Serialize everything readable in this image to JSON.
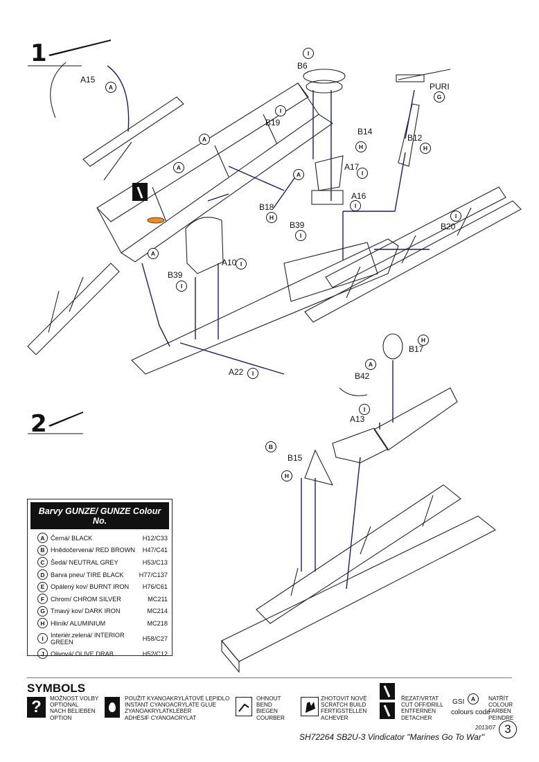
{
  "steps": [
    "1",
    "2"
  ],
  "parts": [
    {
      "id": "a15",
      "label": "A15",
      "callout": "A"
    },
    {
      "id": "b6",
      "label": "B6",
      "callout": "I"
    },
    {
      "id": "puri",
      "label": "PURI",
      "callout": "G"
    },
    {
      "id": "b19",
      "label": "B19",
      "callout": "I"
    },
    {
      "id": "b14",
      "label": "B14",
      "callout": "H"
    },
    {
      "id": "b12",
      "label": "B12",
      "callout": "H"
    },
    {
      "id": "a17",
      "label": "A17",
      "callout": "I"
    },
    {
      "id": "a16",
      "label": "A16",
      "callout": "I"
    },
    {
      "id": "b18",
      "label": "B18",
      "callout": "H"
    },
    {
      "id": "b39a",
      "label": "B39",
      "callout": "I"
    },
    {
      "id": "b20",
      "label": "B20",
      "callout": "I"
    },
    {
      "id": "a10",
      "label": "A10",
      "callout": "I"
    },
    {
      "id": "b39b",
      "label": "B39",
      "callout": "I"
    },
    {
      "id": "b17",
      "label": "B17",
      "callout": "H"
    },
    {
      "id": "a22",
      "label": "A22",
      "callout": "I"
    },
    {
      "id": "b42",
      "label": "B42",
      "callout": "A"
    },
    {
      "id": "a13",
      "label": "A13",
      "callout": "I"
    },
    {
      "id": "b15",
      "label": "B15",
      "callout": "B"
    }
  ],
  "legend": {
    "title": "Barvy GUNZE/ GUNZE Colour No.",
    "rows": [
      {
        "letter": "A",
        "name": "Černá/ BLACK",
        "code": "H12/C33"
      },
      {
        "letter": "B",
        "name": "Hnědočervená/ RED BROWN",
        "code": "H47/C41"
      },
      {
        "letter": "C",
        "name": "Šedá/ NEUTRAL GREY",
        "code": "H53/C13"
      },
      {
        "letter": "D",
        "name": "Barva pneu/ TIRE BLACK",
        "code": "H77/C137"
      },
      {
        "letter": "E",
        "name": "Opálený kov/ BURNT IRON",
        "code": "H76/C61"
      },
      {
        "letter": "F",
        "name": "Chrom/ CHROM SILVER",
        "code": "MC211"
      },
      {
        "letter": "G",
        "name": "Tmavý kov/ DARK IRON",
        "code": "MC214"
      },
      {
        "letter": "H",
        "name": "Hliník/ ALUMINIUM",
        "code": "MC218"
      },
      {
        "letter": "I",
        "name": "Interiér.zelená/ INTERIOR GREEN",
        "code": "H58/C27"
      },
      {
        "letter": "J",
        "name": "Olivová/ OLIVE DRAB",
        "code": "H52/C12"
      }
    ]
  },
  "symbols": {
    "title": "SYMBOLS",
    "optional": "MOŽNOST VOLBY\nOPTIONAL\nNACH BELIEBEN\nOPTION",
    "glue": "POUŽIT KYANOAKRYLÁTOVÉ LEPIDLO\nINSTANT CYANOACRYLATE GLUE\nZYANOAKRYLATKLEBER\nADHÉSIF CYANOACRYLAT",
    "bend": "OHNOUT\nBEND\nBIEGEN\nCOURBER",
    "scratch": "ZHOTOVIT NOVÉ\nSCRATCH BUILD\nFERTIGSTELLEN\nACHEVER",
    "cut": "ŘEZAT/VRTAT\nCUT OFF/DRILL\nENTFERNEN\nDETACHER",
    "gsi_label": "GSI",
    "gsi_sub": "colours code",
    "gsi_letter": "A",
    "paint": "NATŘÍT\nCOLOUR\nFARBEN\nPEINDRE",
    "optional_glyph": "?"
  },
  "footer": {
    "date": "2013/07",
    "title": "SH72264 SB2U-3 Vindicator \"Marines Go To War\"",
    "page": "3"
  }
}
